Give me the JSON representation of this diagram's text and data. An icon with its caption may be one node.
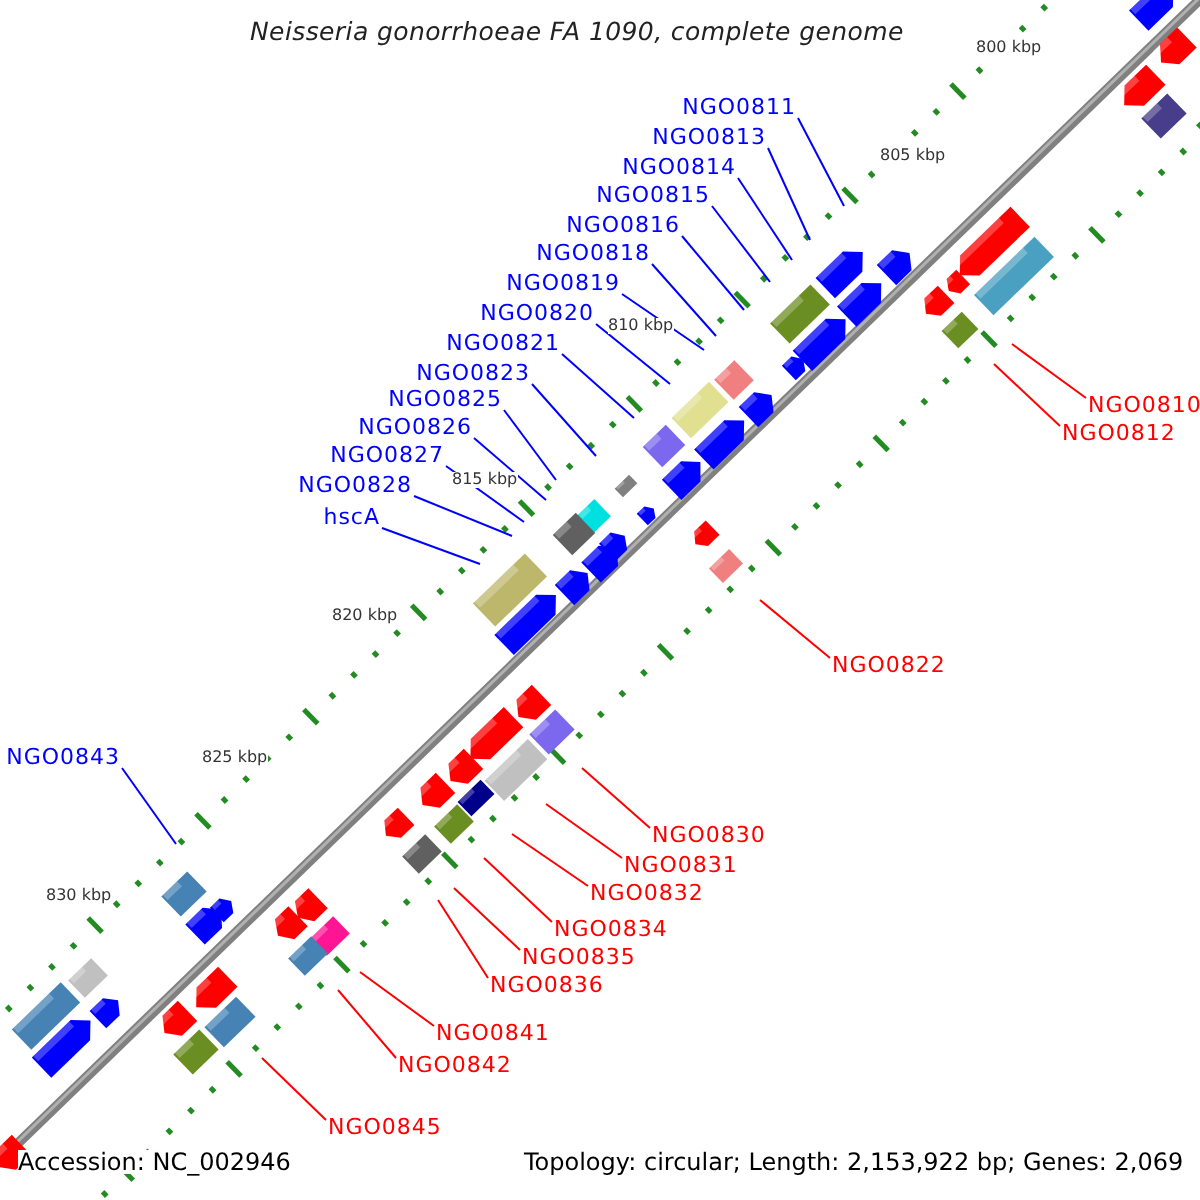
{
  "diagram": {
    "title": "Neisseria gonorrhoeae FA 1090, complete genome",
    "nodes": [
      {
        "text": [
          "NGO0811"
        ]
      },
      {
        "text": [
          "NGO0813"
        ]
      },
      {
        "text": [
          "NGO0814"
        ]
      },
      {
        "text": [
          "NGO0815"
        ]
      },
      {
        "text": [
          "NGO0816"
        ]
      },
      {
        "text": [
          "NGO0818"
        ]
      },
      {
        "text": [
          "NGO0819"
        ]
      },
      {
        "text": [
          "NGO0820"
        ]
      },
      {
        "text": [
          "NGO0821"
        ]
      },
      {
        "text": [
          "NGO0823"
        ]
      },
      {
        "text": [
          "NGO0825"
        ]
      },
      {
        "text": [
          "NGO0810"
        ]
      },
      {
        "text": [
          "NGO0826"
        ]
      },
      {
        "text": [
          "NGO0812"
        ]
      },
      {
        "text": [
          "NGO0827"
        ]
      },
      {
        "text": [
          "NGO0828"
        ]
      },
      {
        "text": [
          "hscA"
        ]
      },
      {
        "text": [
          "NGO0822"
        ]
      },
      {
        "text": [
          "NGO0843"
        ]
      },
      {
        "text": [
          "NGO0830"
        ]
      },
      {
        "text": [
          "NGO0831"
        ]
      },
      {
        "text": [
          "NGO0832"
        ]
      },
      {
        "text": [
          "NGO0834"
        ]
      },
      {
        "text": [
          "NGO0835"
        ]
      },
      {
        "text": [
          "NGO0836"
        ]
      },
      {
        "text": [
          "NGO0841"
        ]
      },
      {
        "text": [
          "NGO0842"
        ]
      },
      {
        "text": [
          "NGO0845"
        ]
      }
    ],
    "edges": [
      {
        "from": 0,
        "to": null,
        "arrow": "none"
      },
      {
        "from": 1,
        "to": null,
        "arrow": "none"
      },
      {
        "from": 2,
        "to": null,
        "arrow": "none"
      },
      {
        "from": 3,
        "to": null,
        "arrow": "none"
      },
      {
        "from": 4,
        "to": null,
        "arrow": "none"
      },
      {
        "from": 5,
        "to": null,
        "arrow": "none"
      },
      {
        "from": 6,
        "to": null,
        "arrow": "none"
      },
      {
        "from": 7,
        "to": null,
        "arrow": "none"
      },
      {
        "from": 8,
        "to": null,
        "arrow": "none"
      },
      {
        "from": 9,
        "to": null,
        "arrow": "none"
      },
      {
        "from": 10,
        "to": null,
        "arrow": "none"
      },
      {
        "from": 11,
        "to": null,
        "arrow": "none",
        "color": "#ff0000"
      },
      {
        "from": 12,
        "to": null,
        "arrow": "none"
      },
      {
        "from": 13,
        "to": null,
        "arrow": "none",
        "color": "#ff0000"
      },
      {
        "from": 14,
        "to": null,
        "arrow": "none"
      },
      {
        "from": 15,
        "to": null,
        "arrow": "none"
      },
      {
        "from": 16,
        "to": null,
        "arrow": "none"
      },
      {
        "from": 17,
        "to": null,
        "arrow": "none",
        "color": "#ff0000"
      },
      {
        "from": 18,
        "to": null,
        "arrow": "none"
      },
      {
        "from": 19,
        "to": null,
        "arrow": "none",
        "color": "#ff0000"
      },
      {
        "from": 20,
        "to": null,
        "arrow": "none",
        "color": "#ff0000"
      },
      {
        "from": 21,
        "to": null,
        "arrow": "none",
        "color": "#ff0000"
      },
      {
        "from": 22,
        "to": null,
        "arrow": "none",
        "color": "#ff0000"
      },
      {
        "from": 23,
        "to": null,
        "arrow": "none",
        "color": "#ff0000"
      },
      {
        "from": 24,
        "to": null,
        "arrow": "none",
        "color": "#ff0000"
      },
      {
        "from": 25,
        "to": null,
        "arrow": "none",
        "color": "#ff0000"
      },
      {
        "from": 26,
        "to": null,
        "arrow": "none",
        "color": "#ff0000"
      },
      {
        "from": 27,
        "to": null,
        "arrow": "none",
        "color": "#ff0000"
      }
    ],
    "labels": [
      "800 kbp",
      "805 kbp",
      "810 kbp",
      "815 kbp",
      "820 kbp",
      "825 kbp",
      "830 kbp",
      "Accession: NC_002946",
      "Topology: circular; Length: 2,153,922 bp; Genes: 2,069"
    ]
  }
}
